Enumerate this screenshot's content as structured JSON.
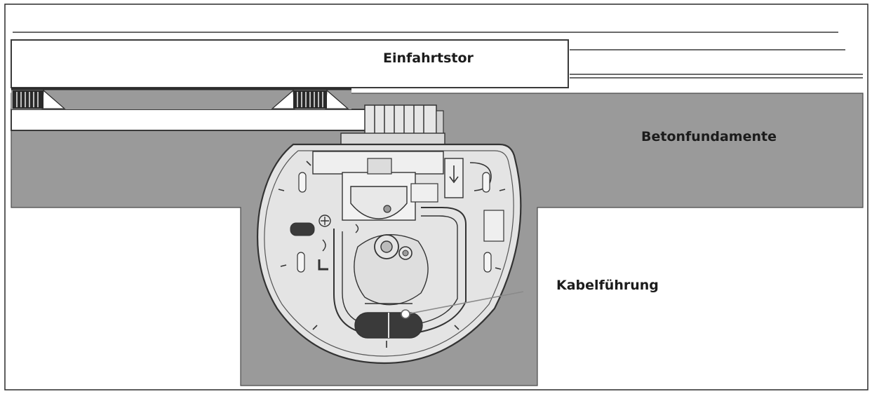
{
  "labels": {
    "gate": "Einfahrtstor",
    "foundation": "Betonfundamente",
    "cable_guide": "Kabelführung"
  },
  "colors": {
    "concrete": "#9a9a9a",
    "frame": "#2a2a2a",
    "motor_body": "#e4e4e4",
    "outline": "#333333",
    "background": "#ffffff"
  }
}
